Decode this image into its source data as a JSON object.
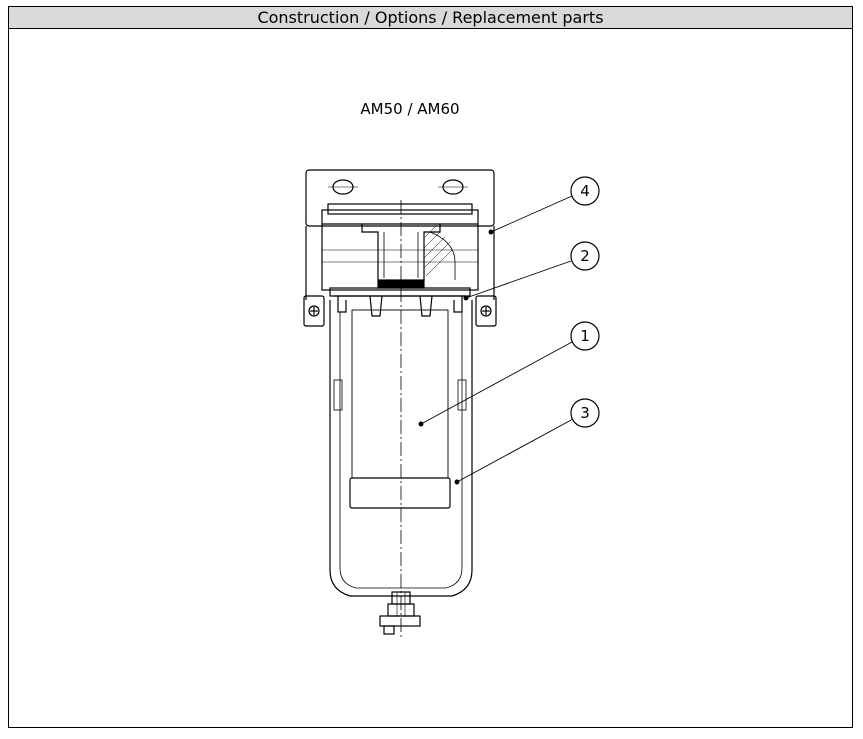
{
  "header": {
    "title": "Construction / Options / Replacement parts"
  },
  "drawing": {
    "model_label": "AM50 / AM60",
    "callouts": [
      {
        "number": "4"
      },
      {
        "number": "2"
      },
      {
        "number": "1"
      },
      {
        "number": "3"
      }
    ]
  }
}
